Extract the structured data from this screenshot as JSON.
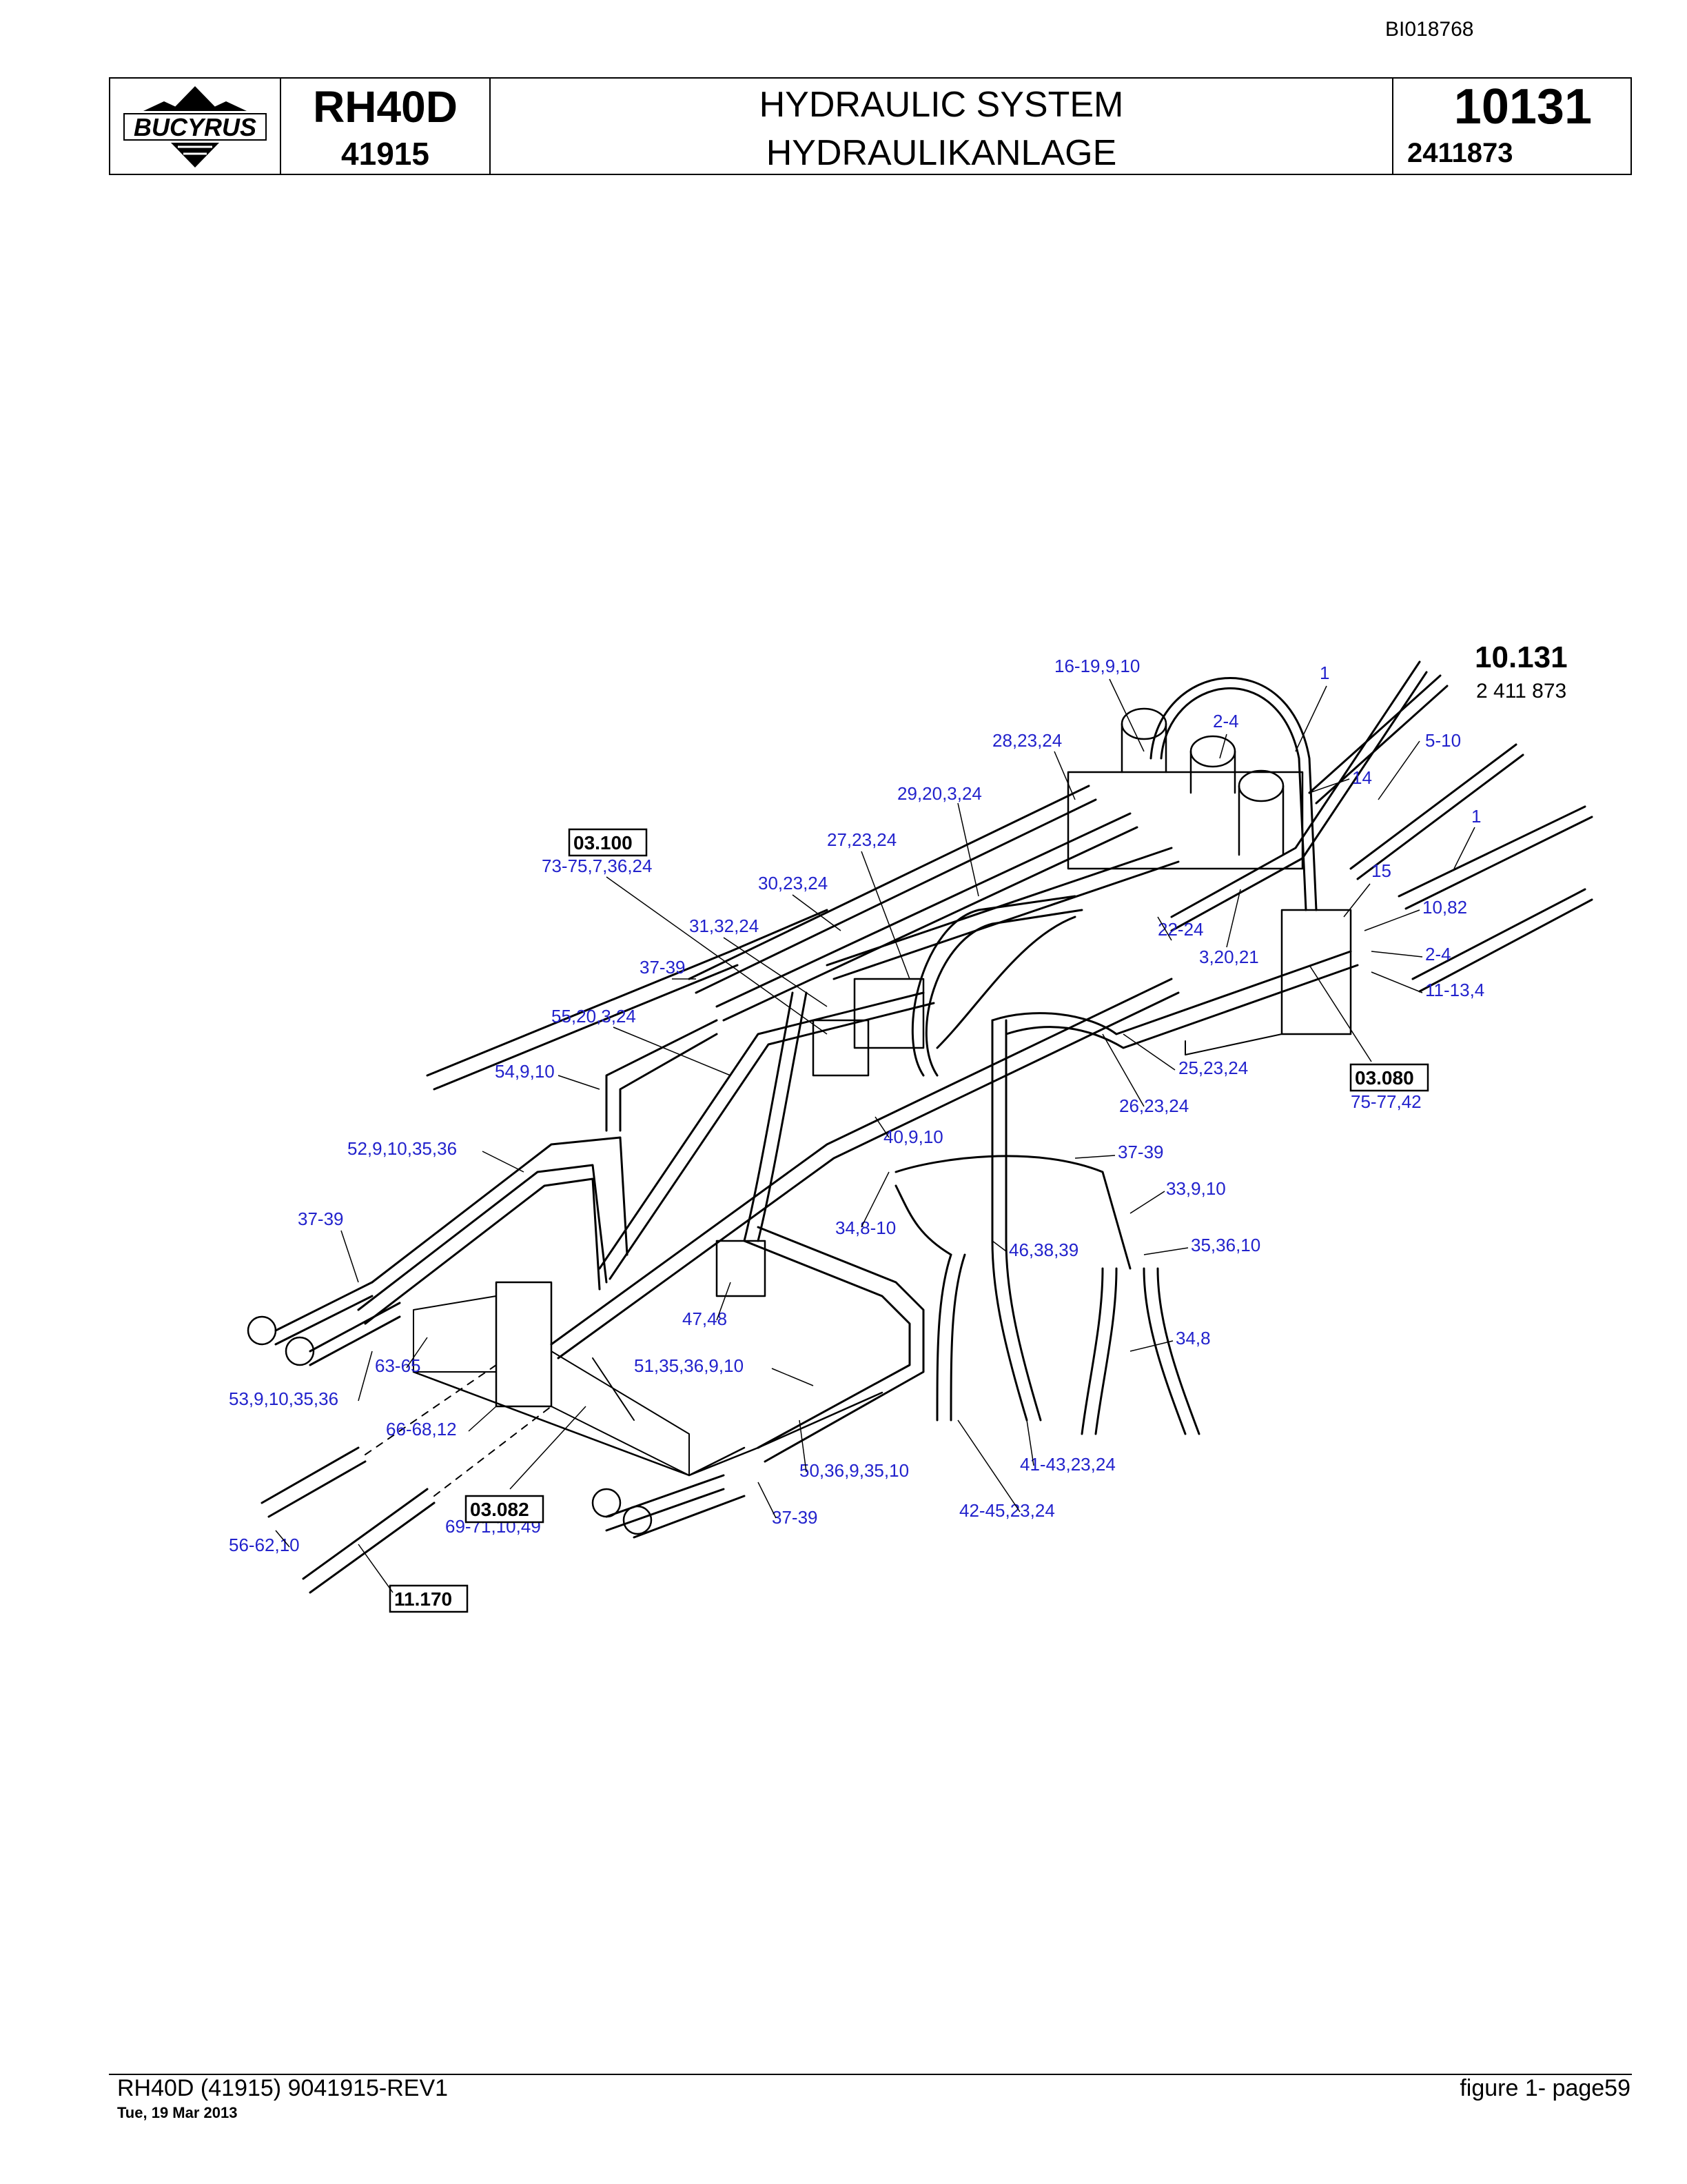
{
  "document_id": "BI018768",
  "header": {
    "logo_text": "BUCYRUS",
    "model": "RH40D",
    "serial": "41915",
    "title_en": "HYDRAULIC SYSTEM",
    "title_de": "HYDRAULIKANLAGE",
    "group_number": "10131",
    "part_number": "2411873"
  },
  "diagram": {
    "group_label": "10.131",
    "group_part": "2 411 873",
    "boxed_refs": [
      "03.100",
      "03.080",
      "03.082",
      "11.170"
    ],
    "callouts": [
      "16-19,9,10",
      "1",
      "2-4",
      "5-10",
      "28,23,24",
      "14",
      "29,20,3,24",
      "1",
      "27,23,24",
      "15",
      "73-75,7,36,24",
      "30,23,24",
      "10,82",
      "31,32,24",
      "22-24",
      "2-4",
      "3,20,21",
      "37-39",
      "11-13,4",
      "55,20,3,24",
      "25,23,24",
      "54,9,10",
      "75-77,42",
      "26,23,24",
      "40,9,10",
      "52,9,10,35,36",
      "37-39",
      "33,9,10",
      "37-39",
      "34,8-10",
      "46,38,39",
      "35,36,10",
      "47,48",
      "34,8",
      "63-65",
      "51,35,36,9,10",
      "53,9,10,35,36",
      "66-68,12",
      "50,36,9,35,10",
      "41-43,23,24",
      "37-39",
      "69-71,10,49",
      "42-45,23,24",
      "56-62,10"
    ]
  },
  "footer": {
    "left": "RH40D (41915) 9041915-REV1",
    "date": "Tue, 19 Mar 2013",
    "right": "figure  1- page59"
  },
  "colors": {
    "callout": "#2222cc",
    "line": "#000000"
  }
}
